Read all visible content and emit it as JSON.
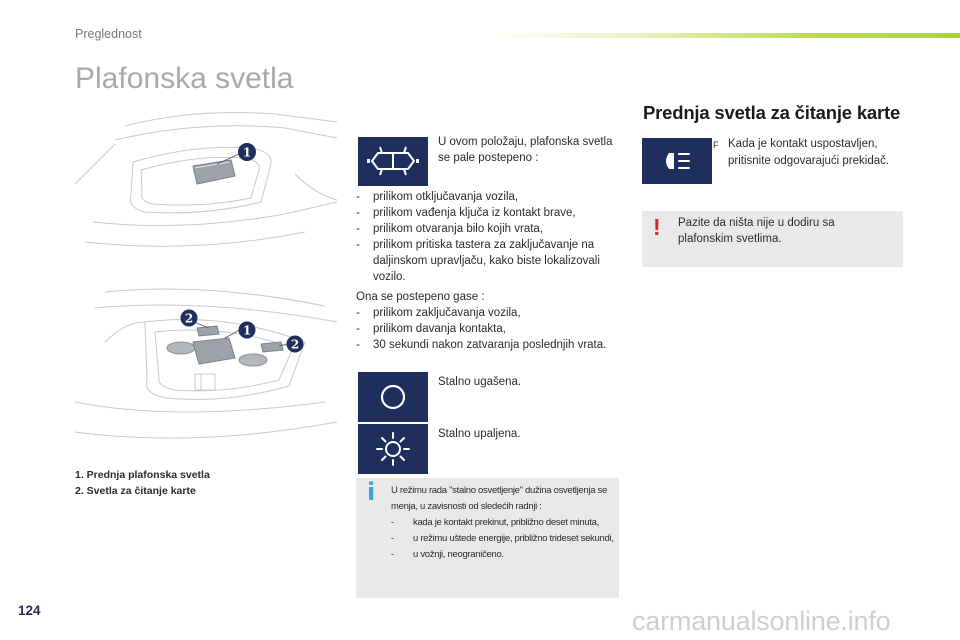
{
  "header": {
    "section": "Preglednost"
  },
  "title": "Plafonska svetla",
  "right_heading": "Prednja svetla za čitanje karte",
  "illustration": {
    "top_badges": [
      "1"
    ],
    "bottom_badges": [
      "2",
      "1",
      "2"
    ]
  },
  "captions": [
    "1. Prednja plafonska svetla",
    "2. Svetla za čitanje karte"
  ],
  "icons": {
    "dome_position": "dome-light-door-icon",
    "off_position": "circle-off-icon",
    "on_position": "sun-on-icon",
    "reading": "reading-light-icon"
  },
  "intro": "U ovom položaju, plafonska svetla se pale postepeno :",
  "on_events": [
    "prilikom otključavanja vozila,",
    "prilikom vađenja ključa iz kontakt brave,",
    "prilikom otvaranja bilo kojih vrata,",
    "prilikom pritiska tastera za zaključavanje na daljinskom upravljaču, kako biste lokalizovali vozilo."
  ],
  "off_heading": "Ona se postepeno gase :",
  "off_events": [
    "prilikom zaključavanja vozila,",
    "prilikom davanja kontakta,",
    "30 sekundi nakon zatvaranja poslednjih vrata."
  ],
  "label_off": "Stalno ugašena.",
  "label_on": "Stalno upaljena.",
  "info": {
    "marker": "i",
    "lead": "U režimu rada \"stalno osvetljenje\" dužina osvetljenja se menja, u zavisnosti od sledećih radnji :",
    "items": [
      "kada je kontakt prekinut, približno deset minuta,",
      "u režimu uštede energije, približno trideset sekundi,",
      "u vožnji, neograničeno."
    ]
  },
  "reading": {
    "bullet": "F",
    "text": "Kada je kontakt uspostavljen, pritisnite odgovarajući prekidač."
  },
  "warning": {
    "marker": "!",
    "text": "Pazite da ništa nije u dodiru sa plafonskim svetlima."
  },
  "dash": "-",
  "page_number": "124",
  "watermark": "carmanualsonline.info",
  "colors": {
    "icon_bg": "#1f2f5d",
    "info_box": "#e9e9ea",
    "accent_green": "#a9d33a",
    "warning_red": "#e0232b",
    "info_blue": "#3fa2d9"
  }
}
